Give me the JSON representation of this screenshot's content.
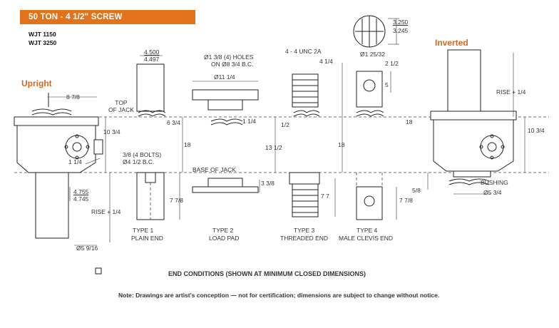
{
  "header": {
    "title": "50 TON - 4 1/2\" SCREW",
    "models": [
      "WJT 1150",
      "WJT 3250"
    ],
    "accent_color": "#e2731c"
  },
  "views": {
    "upright": "Upright",
    "inverted": "Inverted"
  },
  "dimensions": {
    "d_8_7_8": "8 7/8",
    "top_of_jack": "TOP\nOF JACK",
    "d_10_3_4_left": "10 3/4",
    "d_6_3_4": "6 3/4",
    "d_18_a": "18",
    "bolts": "3/8 (4 BOLTS)",
    "bolt_circle": "Ø4 1/2 B.C.",
    "d_1_1_4_left": "1 1/4",
    "d_4_755": "4.755",
    "d_4_745": "4.745",
    "rise_left": "RISE + 1/4",
    "dia_5_9_16": "Ø5 9/16",
    "dia_4_500": "4.500",
    "dia_4_497": "4.497",
    "holes_line1": "Ø1 3/8 (4) HOLES",
    "holes_line2": "ON Ø8 3/4 B.C.",
    "dia_11_1_4": "Ø11 1/4",
    "d_1_1_4_pad": "1 1/4",
    "d_13_1_2": "13 1/2",
    "base_of_jack": "BASE OF  JACK",
    "d_3_3_8": "3 3/8",
    "d_7_7_8_a": "7 7/8",
    "unc": "4 - 4 UNC 2A",
    "d_4_1_4": "4 1/4",
    "d_1_2": "1/2",
    "d_18_b": "18",
    "d_7_7": "7 7",
    "end_3_250": "3.250",
    "end_3_245": "3.245",
    "dia_1_25_32": "Ø1 25/32",
    "d_2_1_2": "2 1/2",
    "d_5": "5",
    "d_7_7_8_b": "7 7/8",
    "d_18_c": "18",
    "rise_right": "RISE + 1/4",
    "d_10_3_4_right": "10 3/4",
    "d_5_8": "5/8",
    "bushing": "BUSHING",
    "dia_5_3_4": "Ø5 3/4"
  },
  "end_types": [
    {
      "type": "TYPE 1",
      "name": "PLAIN END"
    },
    {
      "type": "TYPE 2",
      "name": "LOAD PAD"
    },
    {
      "type": "TYPE 3",
      "name": "THREADED END"
    },
    {
      "type": "TYPE 4",
      "name": "MALE CLEVIS END"
    }
  ],
  "captions": {
    "end_conditions": "END CONDITIONS (SHOWN AT MINIMUM CLOSED DIMENSIONS)",
    "note": "Note: Drawings are artist's conception — not for certification; dimensions are subject to change without notice."
  }
}
